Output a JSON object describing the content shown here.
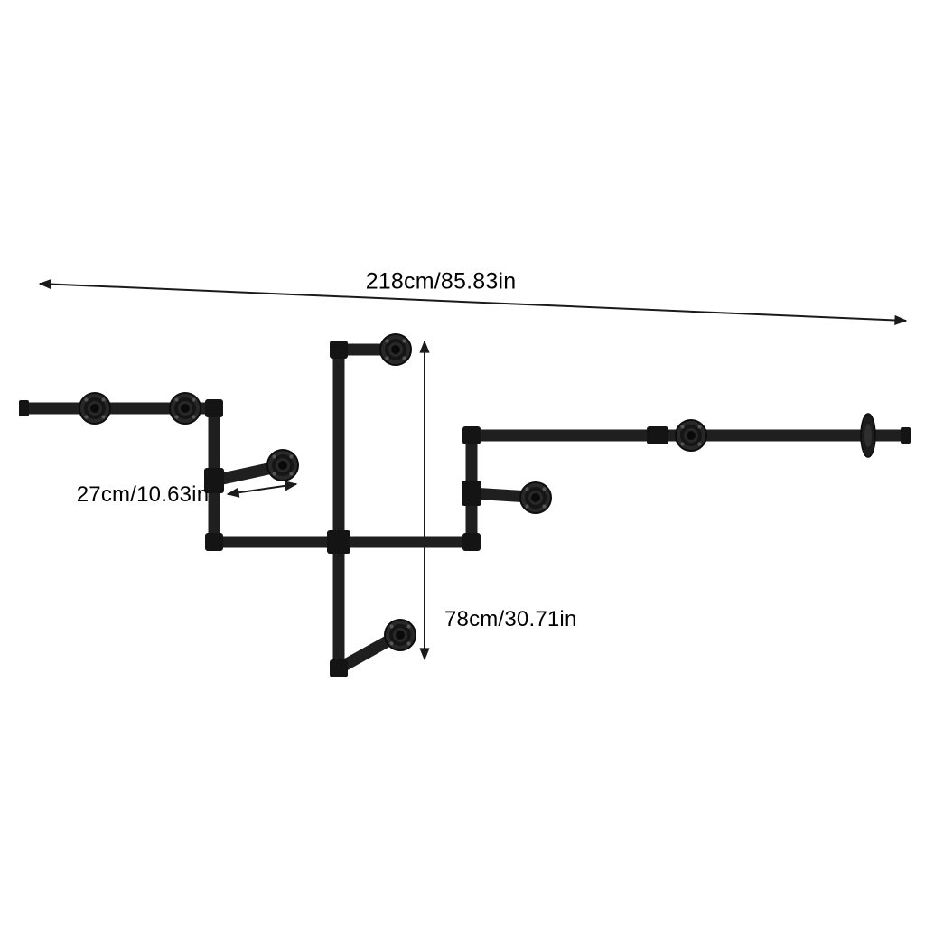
{
  "diagram": {
    "type": "product-dimension-diagram",
    "subject": "wall-mounted-industrial-pipe-rack",
    "background": "#ffffff",
    "pipe_color": "#1f1f1f",
    "fitting_color": "#141414",
    "dimension_line_color": "#1a1a1a",
    "text_color": "#000000",
    "labels": {
      "total_width": "218cm/85.83in",
      "hook_depth": "27cm/10.63in",
      "drop_height": "78cm/30.71in"
    }
  }
}
